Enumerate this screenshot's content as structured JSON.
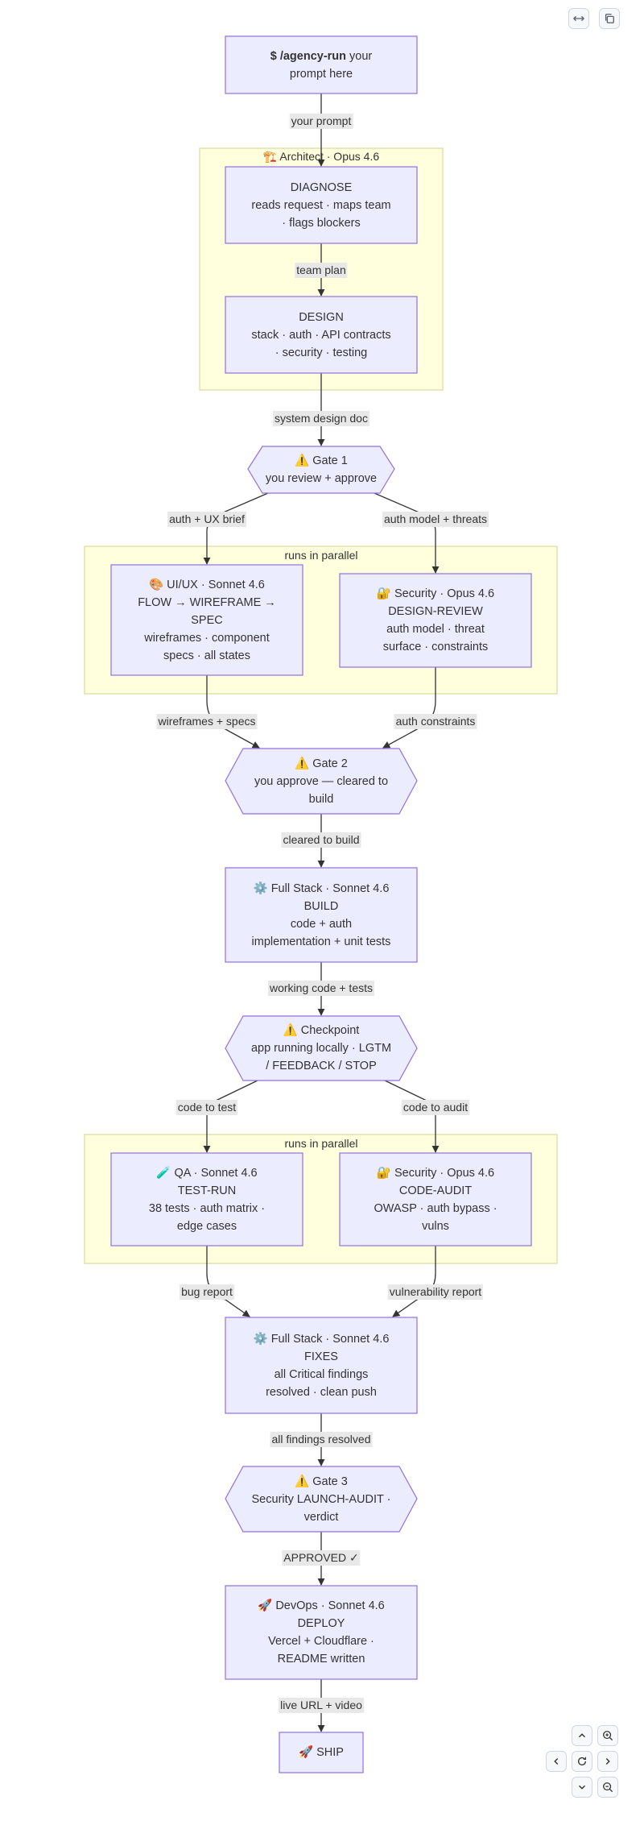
{
  "toolbar": {
    "expand_icon": "arrows-horizontal-icon",
    "copy_icon": "copy-icon"
  },
  "colors": {
    "node_fill": "#ececff",
    "node_stroke": "#9370db",
    "group_fill": "#ffffde",
    "group_stroke": "#dada9e",
    "edge": "#333333",
    "label_bg": "#e8e8e8"
  },
  "nodes": {
    "start": {
      "bold": "$ /agency-run",
      "rest": " your",
      "line2": "prompt here"
    },
    "architect_title": "🏗️ Architect · Opus 4.6",
    "diagnose": [
      "DIAGNOSE",
      "reads request · maps team",
      "· flags blockers"
    ],
    "design": [
      "DESIGN",
      "stack · auth · API contracts",
      "· security · testing"
    ],
    "gate1": [
      "⚠️ Gate 1",
      "you review + approve"
    ],
    "parallel1_title": "runs in parallel",
    "uiux": [
      "🎨 UI/UX · Sonnet 4.6",
      "FLOW → WIREFRAME →",
      "SPEC",
      "wireframes · component",
      "specs · all states"
    ],
    "security_design": [
      "🔐 Security · Opus 4.6",
      "DESIGN-REVIEW",
      "auth model · threat",
      "surface · constraints"
    ],
    "gate2": [
      "⚠️ Gate 2",
      "you approve — cleared to",
      "build"
    ],
    "build": [
      "⚙️ Full Stack · Sonnet 4.6",
      "BUILD",
      "code + auth",
      "implementation + unit tests"
    ],
    "checkpoint": [
      "⚠️ Checkpoint",
      "app running locally · LGTM",
      "/ FEEDBACK / STOP"
    ],
    "parallel2_title": "runs in parallel",
    "qa": [
      "🧪 QA · Sonnet 4.6",
      "TEST-RUN",
      "38 tests · auth matrix ·",
      "edge cases"
    ],
    "security_audit": [
      "🔐 Security · Opus 4.6",
      "CODE-AUDIT",
      "OWASP · auth bypass ·",
      "vulns"
    ],
    "fixes": [
      "⚙️ Full Stack · Sonnet 4.6",
      "FIXES",
      "all Critical findings",
      "resolved · clean push"
    ],
    "gate3": [
      "⚠️ Gate 3",
      "Security LAUNCH-AUDIT ·",
      "verdict"
    ],
    "deploy": [
      "🚀 DevOps · Sonnet 4.6",
      "DEPLOY",
      "Vercel + Cloudflare ·",
      "README written"
    ],
    "ship": [
      "🚀 SHIP"
    ]
  },
  "edges": {
    "your_prompt": "your prompt",
    "team_plan": "team plan",
    "system_design_doc": "system design doc",
    "auth_ux_brief": "auth + UX brief",
    "auth_model_threats": "auth model + threats",
    "wireframes_specs": "wireframes + specs",
    "auth_constraints": "auth constraints",
    "cleared_to_build": "cleared to build",
    "working_code_tests": "working code + tests",
    "code_to_test": "code to test",
    "code_to_audit": "code to audit",
    "bug_report": "bug report",
    "vulnerability_report": "vulnerability report",
    "all_findings_resolved": "all findings resolved",
    "approved": "APPROVED ✓",
    "live_url_video": "live URL + video"
  },
  "controls": {
    "up": "chevron-up-icon",
    "down": "chevron-down-icon",
    "left": "chevron-left-icon",
    "right": "chevron-right-icon",
    "reset": "reset-icon",
    "zoom_in": "zoom-in-icon",
    "zoom_out": "zoom-out-icon"
  }
}
